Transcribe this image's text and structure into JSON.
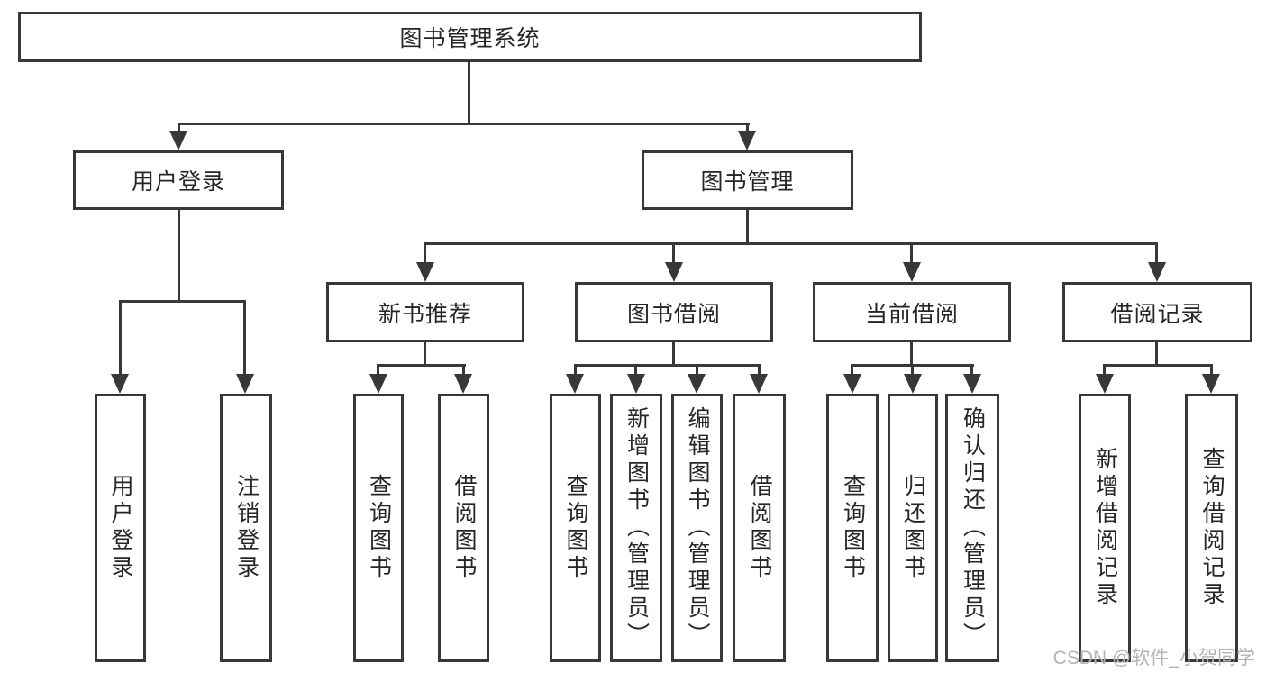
{
  "colors": {
    "line": "#383838",
    "text": "#262626",
    "watermark": "#b3b3b3",
    "background": "#ffffff"
  },
  "diagram": {
    "root": {
      "label": "图书管理系统"
    },
    "level2": [
      {
        "label": "用户登录"
      },
      {
        "label": "图书管理"
      }
    ],
    "level3": [
      {
        "label": "新书推荐"
      },
      {
        "label": "图书借阅"
      },
      {
        "label": "当前借阅"
      },
      {
        "label": "借阅记录"
      }
    ],
    "leaves": {
      "user_login": [
        "用户登录",
        "注销登录"
      ],
      "new_book": [
        "查询图书",
        "借阅图书"
      ],
      "book_borrow": [
        "查询图书",
        "新增图书（管理员）",
        "编辑图书（管理员）",
        "借阅图书"
      ],
      "current_borrow": [
        "查询图书",
        "归还图书",
        "确认归还（管理员）"
      ],
      "borrow_record": [
        "新增借阅记录",
        "查询借阅记录"
      ]
    }
  },
  "watermark": {
    "text": "CSDN @软件_小贺同学"
  }
}
